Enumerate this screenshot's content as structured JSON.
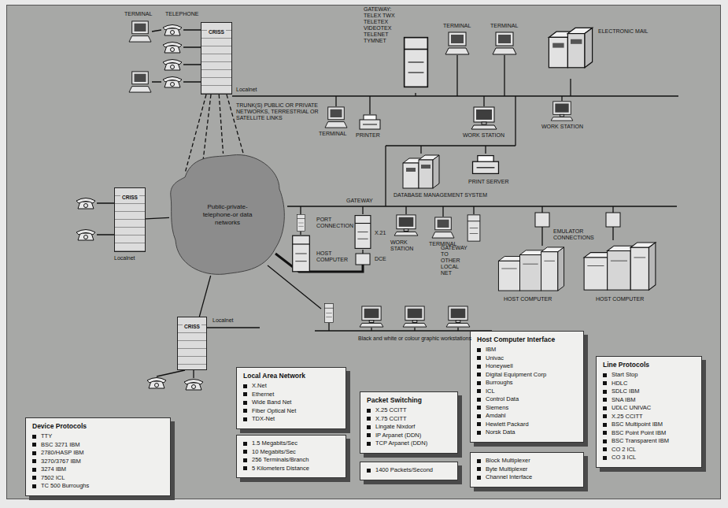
{
  "diagram": {
    "nodes": [
      {
        "text": [
          "CRISS"
        ]
      },
      {
        "text": [
          "Public-private-telephone-or data networks"
        ]
      },
      {
        "text": [
          "CRISS"
        ]
      },
      {
        "text": [
          "CRISS"
        ]
      },
      {
        "text": [
          "Device Protocols",
          "TTY",
          "BSC 3271 IBM",
          "2780/HASP IBM",
          "3270/3767 IBM",
          "3274 IBM",
          "7502 ICL",
          "TC 500 Burroughs"
        ]
      },
      {
        "text": [
          "Local Area Network",
          "X.Net",
          "Ethernet",
          "Wide Band Net",
          "Fiber Optical Net",
          "TDX-Net"
        ]
      },
      {
        "text": [
          "1.5 Megabits/Sec",
          "10 Megabits/Sec",
          "256 Terminals/Branch",
          "5 Kilometers Distance"
        ]
      },
      {
        "text": [
          "Packet Switching",
          "X.25 CCITT",
          "X.75 CCITT",
          "Lingate Nixdorf",
          "IP Arpanet (DDN)",
          "TCP Arpanet (DDN)"
        ]
      },
      {
        "text": [
          "1400 Packets/Second"
        ]
      },
      {
        "text": [
          "Host Computer Interface",
          "IBM",
          "Univac",
          "Honeywell",
          "Digital Equipment Corp",
          "Burroughs",
          "ICL",
          "Control Data",
          "Siemens",
          "Amdahl",
          "Hewlett Packard",
          "Norsk Data"
        ]
      },
      {
        "text": [
          "Block Multiplexer",
          "Byte Multiplexer",
          "Channel Interface"
        ]
      },
      {
        "text": [
          "Line Protocols",
          "Start Stop",
          "HDLC",
          "SDLC IBM",
          "SNA IBM",
          "UDLC UNIVAC",
          "X.25 CCITT",
          "BSC Multipoint IBM",
          "BSC Point Point IBM",
          "BSC Transparent IBM",
          "CO 2 ICL",
          "CO 3 ICL"
        ]
      }
    ],
    "edges": [
      {
        "from": 0,
        "to": 1,
        "arrow": "none"
      },
      {
        "from": 1,
        "to": 2,
        "arrow": "none"
      },
      {
        "from": 1,
        "to": 3,
        "arrow": "none"
      }
    ],
    "labels": [
      "TERMINAL",
      "TELEPHONE",
      "Localnet",
      "TRUNK(S) PUBLIC OR PRIVATE NETWORKS, TERRESTRIAL OR SATELLITE LINKS",
      "GATEWAY: TELEX TWX TELETEX VIDEOTEX TELENET TYMNET",
      "TERMINAL",
      "TERMINAL",
      "ELECTRONIC MAIL",
      "TERMINAL",
      "PRINTER",
      "WORK STATION",
      "WORK STATION",
      "DATABASE MANAGEMENT SYSTEM",
      "PRINT SERVER",
      "PORT CONNECTION",
      "HOST COMPUTER",
      "GATEWAY",
      "X.21",
      "DCE",
      "WORK STATION",
      "TERMINAL",
      "GATEWAY TO OTHER LOCAL NET",
      "EMULATOR CONNECTIONS",
      "HOST COMPUTER",
      "HOST COMPUTER",
      "Localnet",
      "Localnet",
      "Black and white or colour graphic workstations"
    ]
  }
}
